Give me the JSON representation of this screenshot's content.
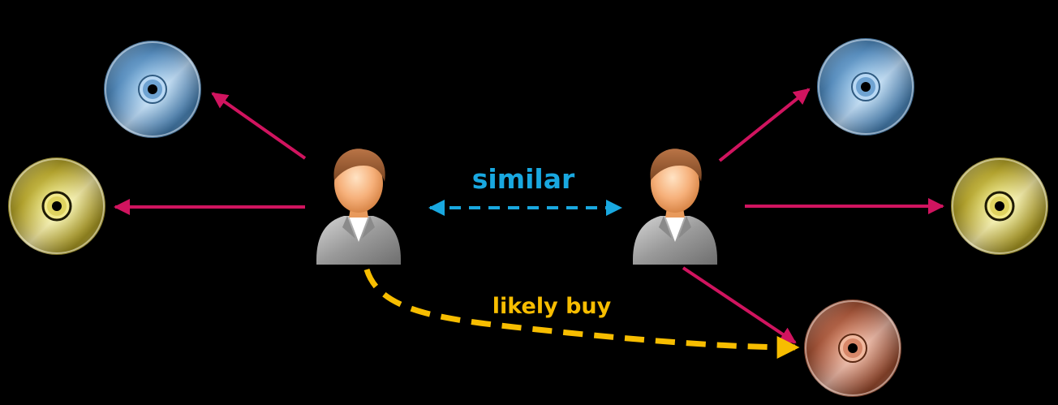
{
  "colors": {
    "background": "#000000",
    "owns_arrow": "#d0145f",
    "similar_arrow": "#19a8e0",
    "likely_buy_arrow": "#f7bd00",
    "disc_blue": "#8fbfe6",
    "disc_yellow": "#e8e070",
    "disc_copper": "#d8886a"
  },
  "labels": {
    "similar": "similar",
    "likely_buy": "likely buy"
  },
  "nodes": {
    "user_a": {
      "icon": "person-icon"
    },
    "user_b": {
      "icon": "person-icon"
    },
    "disc_left_top": {
      "icon": "cd-disc-icon",
      "color": "blue"
    },
    "disc_left_bottom": {
      "icon": "cd-disc-icon",
      "color": "yellow"
    },
    "disc_right_top": {
      "icon": "cd-disc-icon",
      "color": "blue"
    },
    "disc_right_middle": {
      "icon": "cd-disc-icon",
      "color": "yellow"
    },
    "disc_right_bottom": {
      "icon": "cd-disc-icon",
      "color": "copper"
    }
  },
  "edges": [
    {
      "from": "user_a",
      "to": "disc_left_top",
      "style": "owns"
    },
    {
      "from": "user_a",
      "to": "disc_left_bottom",
      "style": "owns"
    },
    {
      "from": "user_b",
      "to": "disc_right_top",
      "style": "owns"
    },
    {
      "from": "user_b",
      "to": "disc_right_middle",
      "style": "owns"
    },
    {
      "from": "user_b",
      "to": "disc_right_bottom",
      "style": "owns"
    },
    {
      "from": "user_a",
      "to": "user_b",
      "style": "similar",
      "bidirectional": true
    },
    {
      "from": "user_a",
      "to": "disc_right_bottom",
      "style": "likely_buy"
    }
  ]
}
